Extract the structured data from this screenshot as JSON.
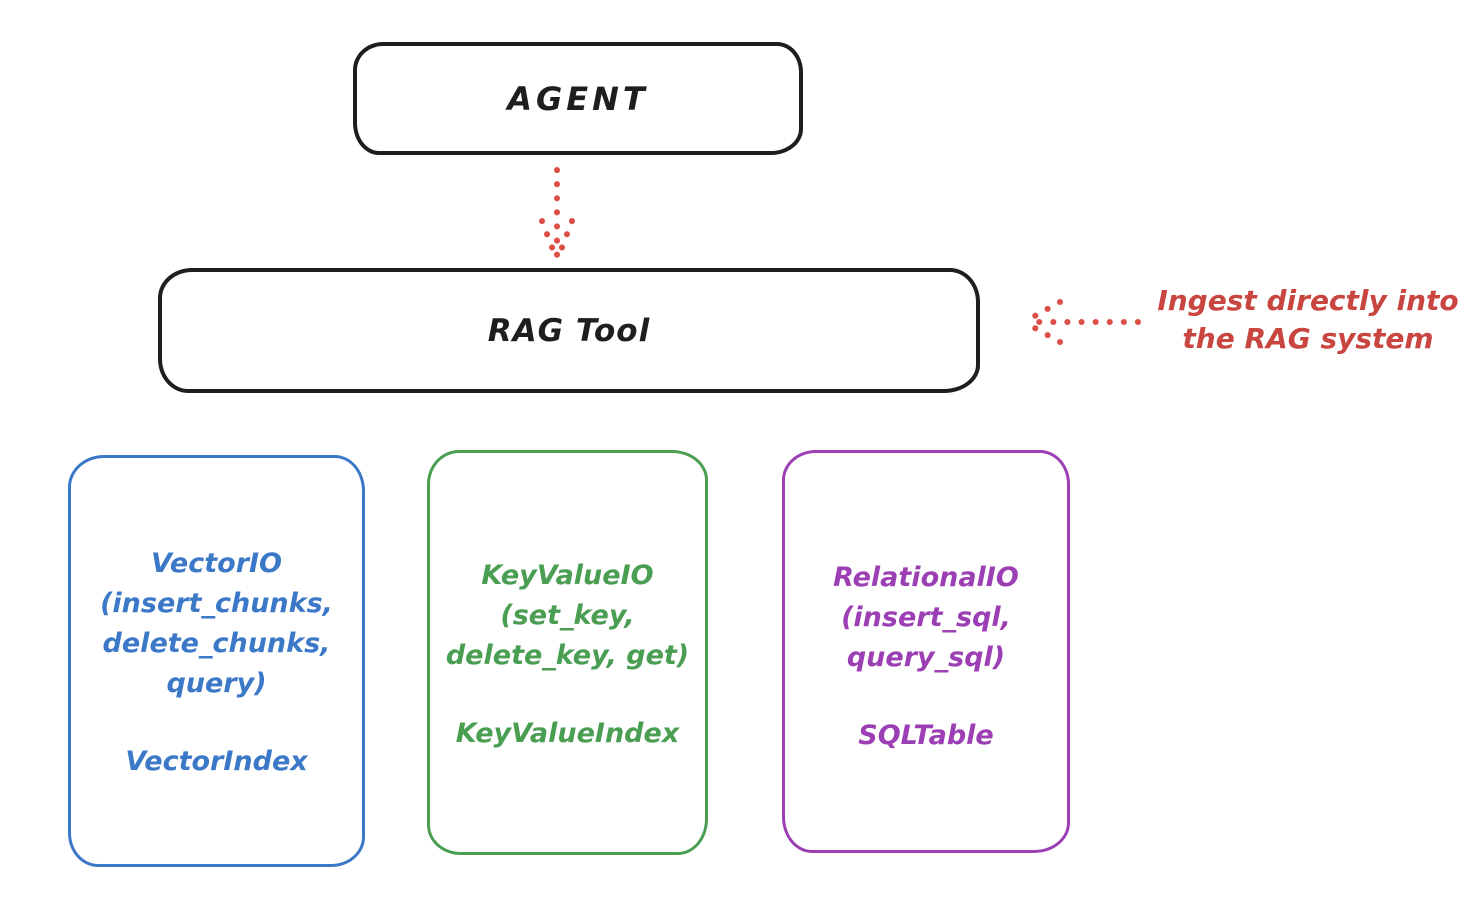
{
  "diagram": {
    "title_hint": "RAG Tool architecture sketch",
    "agent": {
      "label": "AGENT"
    },
    "rag_tool": {
      "label": "RAG Tool"
    },
    "annotation": {
      "text": "Ingest directly into\nthe RAG system",
      "color": "#c94540"
    },
    "arrows": [
      {
        "name": "agent-to-rag-arrow",
        "style": "dotted",
        "direction": "down",
        "color": "#dd4f46"
      },
      {
        "name": "ingest-arrow",
        "style": "dotted",
        "direction": "left",
        "color": "#dd4f46"
      }
    ],
    "colors": {
      "stroke": "#1e1e1e",
      "background": "#ffffff",
      "vector_blue": "#3b78c8",
      "keyvalue_green": "#4a9e52",
      "relational_purple": "#9c3fb5",
      "annotation_red": "#c94540",
      "arrow_red": "#dd4f46"
    },
    "columns": [
      {
        "id": "vector",
        "color": "#3b78c8",
        "io_text": "VectorIO\n(insert_chunks,\ndelete_chunks,\nquery)",
        "index_label": "VectorIndex"
      },
      {
        "id": "keyvalue",
        "color": "#4a9e52",
        "io_text": "KeyValueIO\n(set_key,\ndelete_key, get)",
        "index_label": "KeyValueIndex"
      },
      {
        "id": "relational",
        "color": "#9c3fb5",
        "io_text": "RelationalIO\n(insert_sql,\nquery_sql)",
        "index_label": "SQLTable"
      }
    ]
  }
}
